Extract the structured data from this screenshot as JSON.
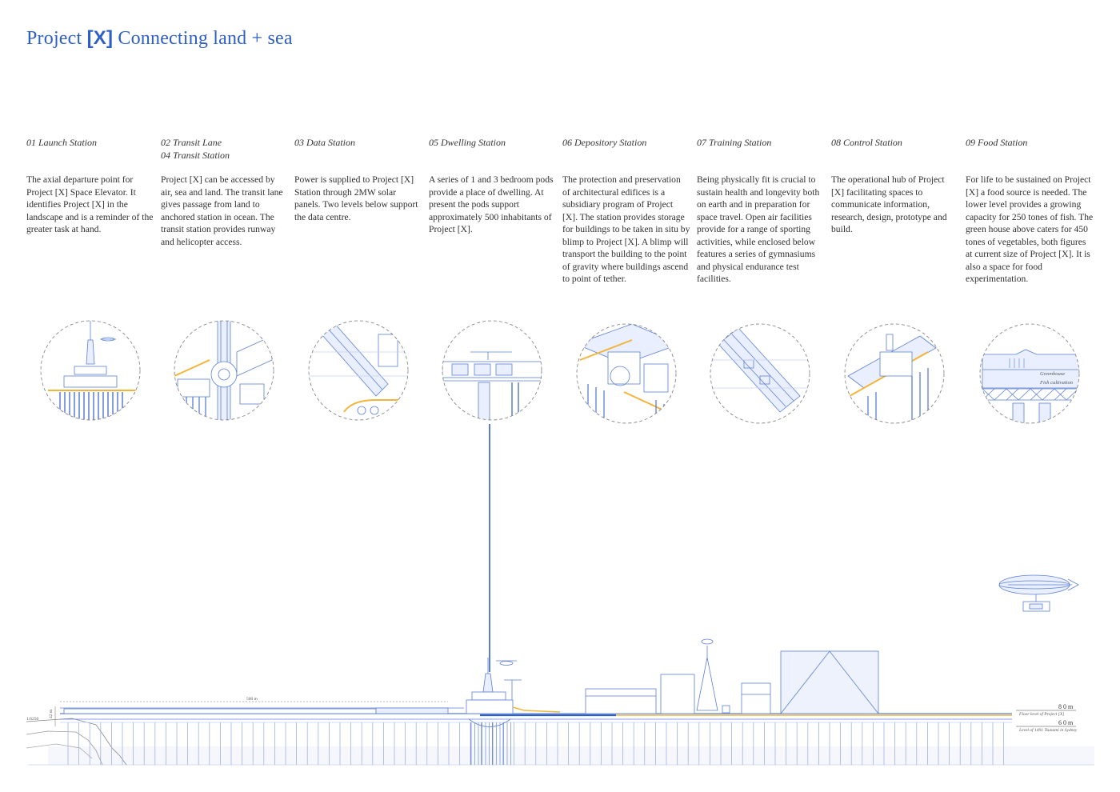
{
  "title": {
    "prefix": "Project ",
    "mark": "[X]",
    "suffix": " Connecting land + sea"
  },
  "stations": [
    {
      "headings": [
        "01 Launch Station"
      ],
      "text": "The axial departure point for Project [X] Space Elevator. It identifies Project [X] in the landscape and is a reminder of the greater task at hand."
    },
    {
      "headings": [
        "02 Transit Lane",
        "04 Transit Station"
      ],
      "text": "Project [X] can be accessed by air, sea and land. The transit lane gives passage from land to anchored station in ocean. The transit station provides runway and helicopter access."
    },
    {
      "headings": [
        "03 Data Station"
      ],
      "text": "Power is supplied to Project [X] Station through 2MW solar panels. Two levels below support the data centre."
    },
    {
      "headings": [
        "05 Dwelling Station"
      ],
      "text": "A series of 1 and 3 bedroom pods provide a place of dwelling. At present the pods support approximately 500 inhabitants of Project [X]."
    },
    {
      "headings": [
        "06 Depository Station"
      ],
      "text": "The protection and preservation of architectural edifices is a subsidiary program of Project [X]. The station provides storage for buildings to be taken in situ by blimp to Project [X]. A blimp will transport the building to the point of gravity where buildings ascend to point of tether."
    },
    {
      "headings": [
        "07 Training Station"
      ],
      "text": "Being physically fit is crucial to sustain health and longevity both on earth and in preparation for space travel. Open air facilities provide for a range of sporting activities, while enclosed below features a series of gymnasiums and physical endurance test facilities."
    },
    {
      "headings": [
        "08 Control Station"
      ],
      "text": "The operational hub of Project [X] facilitating spaces to communicate information, research, design, prototype and build."
    },
    {
      "headings": [
        "09 Food Station"
      ],
      "text": "For life to be sustained on Project [X] a food source is needed. The lower level provides a growing capacity for 250 tones of fish. The green house above caters for 450 tones of vegetables, both figures at current size of Project [X]. It is also a space for food experimentation."
    }
  ],
  "vignettes": [
    {
      "name": "launch"
    },
    {
      "name": "transit"
    },
    {
      "name": "data"
    },
    {
      "name": "dwelling"
    },
    {
      "name": "depository"
    },
    {
      "name": "training"
    },
    {
      "name": "control"
    },
    {
      "name": "food",
      "labels": [
        "Greenhouse",
        "Fish cultivation"
      ]
    }
  ],
  "section": {
    "span_label": "500 m",
    "height_label": "42 m",
    "ground_level": "1:6250",
    "levels": [
      {
        "value": "8 0 m",
        "caption": "Floor level of Project [X]"
      },
      {
        "value": "6 0 m",
        "caption": "Level of 1491 Tsunami in Sydney"
      }
    ]
  },
  "colors": {
    "accent": "#2d5fc4",
    "line": "#5b7fd6",
    "light": "#a9bdf0",
    "highlight": "#f2b53a",
    "wash": "#e9efff"
  }
}
